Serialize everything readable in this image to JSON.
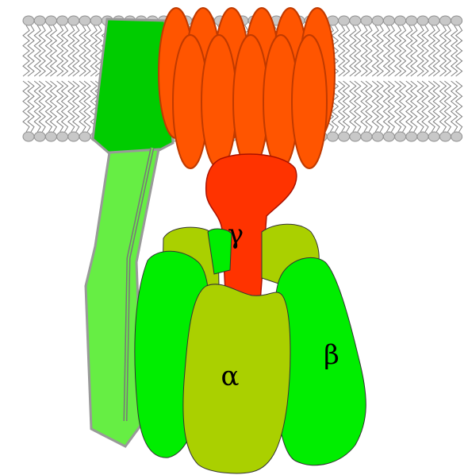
{
  "labels": {
    "gamma": "γ",
    "alpha": "α",
    "beta": "β"
  },
  "colors": {
    "membrane_head": "#c8c8c8",
    "membrane_tail": "#808080",
    "c_ring": "#ff5500",
    "c_ring_edge": "#c03a00",
    "stator_dark": "#00cc00",
    "stator_light": "#66ee44",
    "gamma": "#ff3300",
    "alpha": "#aad000",
    "beta": "#00ee00"
  },
  "icons": {
    "membrane": "lipid-bilayer",
    "rotor": "c-ring",
    "stator": "b-subunit-stalk"
  }
}
